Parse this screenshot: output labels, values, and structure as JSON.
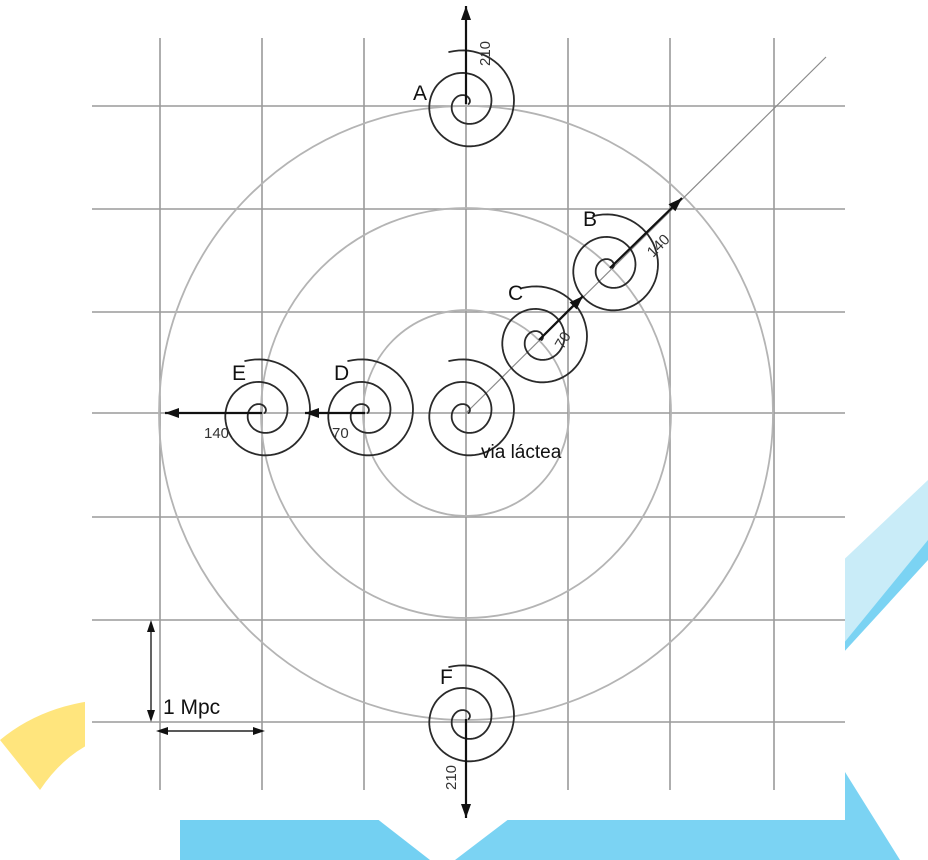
{
  "galaxies": [
    {
      "id": "A",
      "label": "A",
      "speed": "210"
    },
    {
      "id": "B",
      "label": "B",
      "speed": "140"
    },
    {
      "id": "C",
      "label": "C",
      "speed": "70"
    },
    {
      "id": "D",
      "label": "D",
      "speed": "70"
    },
    {
      "id": "E",
      "label": "E",
      "speed": "140"
    },
    {
      "id": "F",
      "label": "F",
      "speed": "210"
    }
  ],
  "center": {
    "label": "via láctea"
  },
  "scale": {
    "label": "1 Mpc"
  },
  "colors": {
    "watermark_yellow": "#ffe066",
    "watermark_blue": "#5ac8f0",
    "grid": "#9a9a9a",
    "ink": "#111111"
  }
}
